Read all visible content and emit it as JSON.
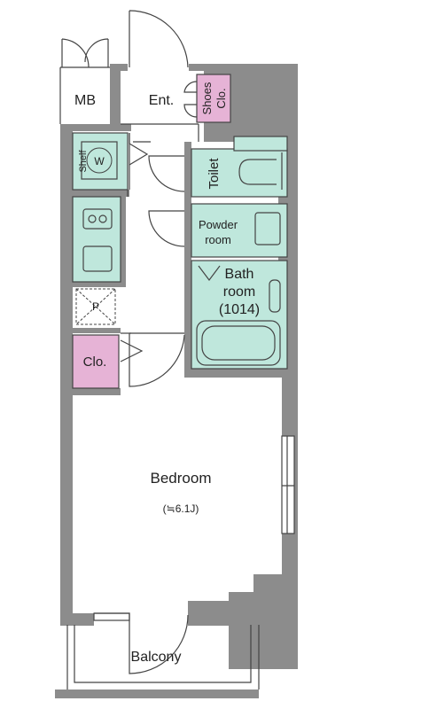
{
  "colors": {
    "wall": "#8c8c8c",
    "wet_area": "#bfe7dc",
    "closet": "#e6b3d6",
    "line": "#444444",
    "background": "#ffffff"
  },
  "rooms": {
    "mb": "MB",
    "entrance": "Ent.",
    "shoes_closet_line1": "Shoes",
    "shoes_closet_line2": "Clo.",
    "shelf": "Shelf",
    "washer": "W",
    "toilet": "Toilet",
    "powder_line1": "Powder",
    "powder_line2": "room",
    "bath_line1": "Bath",
    "bath_line2": "room",
    "bath_size": "(1014)",
    "closet": "Clo.",
    "pipe_space": "P",
    "bedroom": "Bedroom",
    "bedroom_size": "(≒6.1J)",
    "balcony": "Balcony"
  }
}
